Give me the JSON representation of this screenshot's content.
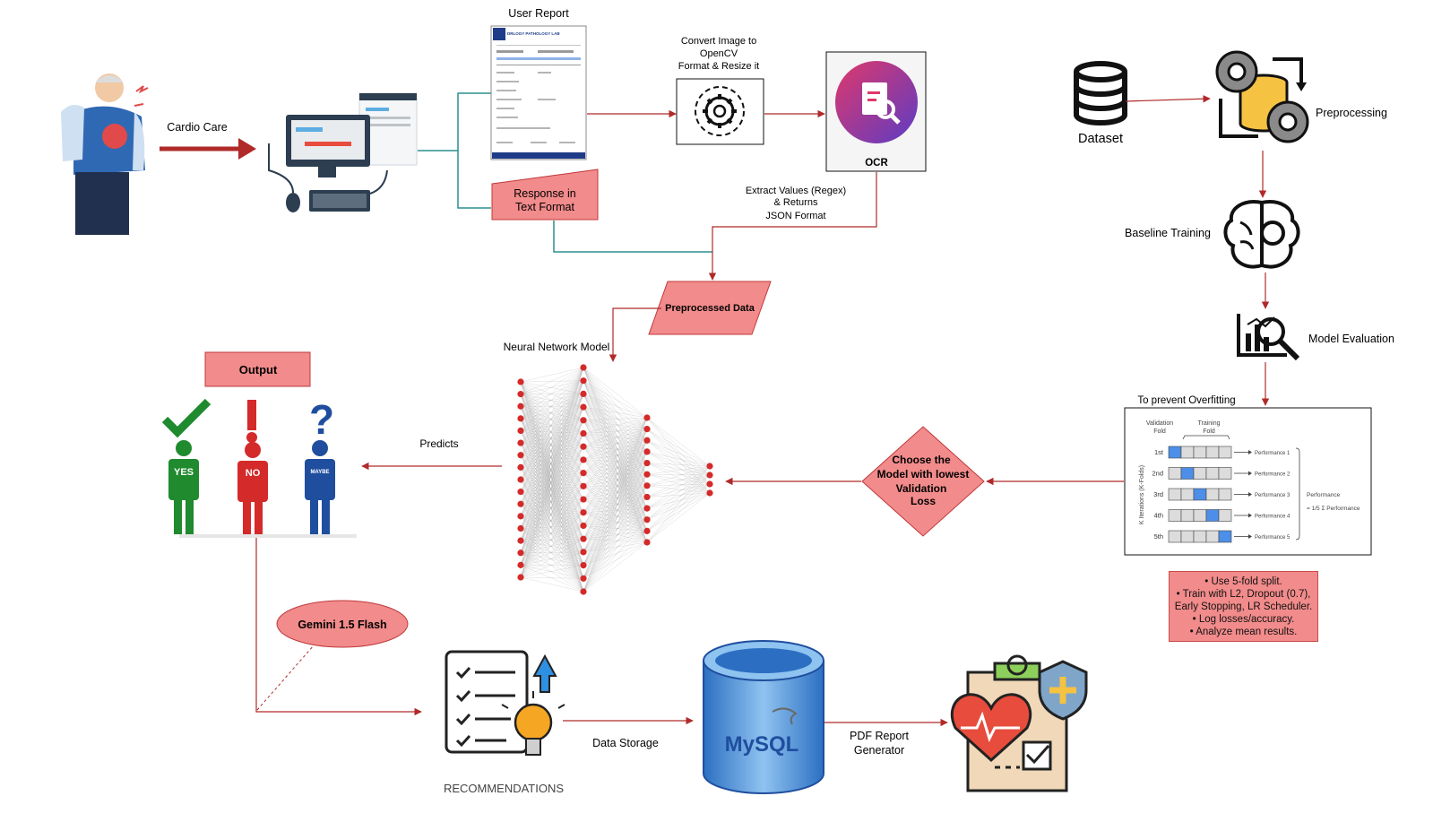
{
  "colors": {
    "arrow_red": "#b02a2a",
    "teal_line": "#2b8f8f",
    "shape_fill": "#f28b8b",
    "shape_stroke": "#c0393b",
    "node_red": "#d42a2a",
    "yes_green": "#1f8a2e",
    "no_red": "#d42a2a",
    "maybe_blue": "#1f4e9e",
    "fold_blue": "#4d8fe8"
  },
  "labels": {
    "cardio_care": "Cardio Care",
    "user_report": "User Report",
    "convert_image": [
      "Convert Image to",
      "OpenCV",
      "Format & Resize it"
    ],
    "ocr": "OCR",
    "response_text": [
      "Response in",
      "Text Format"
    ],
    "extract_values": [
      "Extract Values (Regex)",
      "& Returns",
      "JSON Format"
    ],
    "preprocessed_data": "Preprocessed Data",
    "neural_network_model": "Neural Network Model",
    "predicts": "Predicts",
    "output": "Output",
    "yes": "YES",
    "no": "NO",
    "maybe": "MAYBE",
    "gemini": "Gemini 1.5 Flash",
    "recommendations": "RECOMMENDATIONS",
    "data_storage": "Data Storage",
    "mysql": "MySQL",
    "pdf_report": [
      "PDF Report",
      "Generator"
    ],
    "dataset": "Dataset",
    "preprocessing": "Preprocessing",
    "baseline_training": "Baseline Training",
    "model_evaluation": "Model Evaluation",
    "prevent_overfitting": "To prevent Overfitting",
    "choose_model": [
      "Choose the",
      "Model with lowest",
      "Validation",
      "Loss"
    ]
  },
  "kfold": {
    "validation_fold": [
      "Validation",
      "Fold"
    ],
    "training_fold": [
      "Training",
      "Fold"
    ],
    "axis_label": "K Iterations (K-Folds)",
    "rows": [
      "1st",
      "2nd",
      "3rd",
      "4th",
      "5th"
    ],
    "performance_labels": [
      "Performance 1",
      "Performance 2",
      "Performance 3",
      "Performance 4",
      "Performance 5"
    ],
    "summary_label": "Performance",
    "summary_formula": "= 1/5 Σ Performance"
  },
  "training_notes": [
    "Use 5-fold split.",
    "Train with L2, Dropout (0.7),",
    "Early Stopping, LR Scheduler.",
    "Log losses/accuracy.",
    "Analyze mean results."
  ],
  "report_thumb": {
    "lab_name": "DRLOGY PATHOLOGY LAB"
  },
  "network": {
    "layer_sizes": [
      17,
      18,
      12,
      4
    ]
  },
  "icons": [
    "patient-illustration",
    "computer-icon",
    "report-document",
    "gear-process-icon",
    "ocr-icon",
    "database-icon",
    "gears-preprocessing-icon",
    "brain-gear-icon",
    "chart-magnifier-icon",
    "yes-person-icon",
    "no-person-icon",
    "maybe-person-icon",
    "checklist-bulb-icon",
    "mysql-database-icon",
    "medical-report-icon"
  ]
}
